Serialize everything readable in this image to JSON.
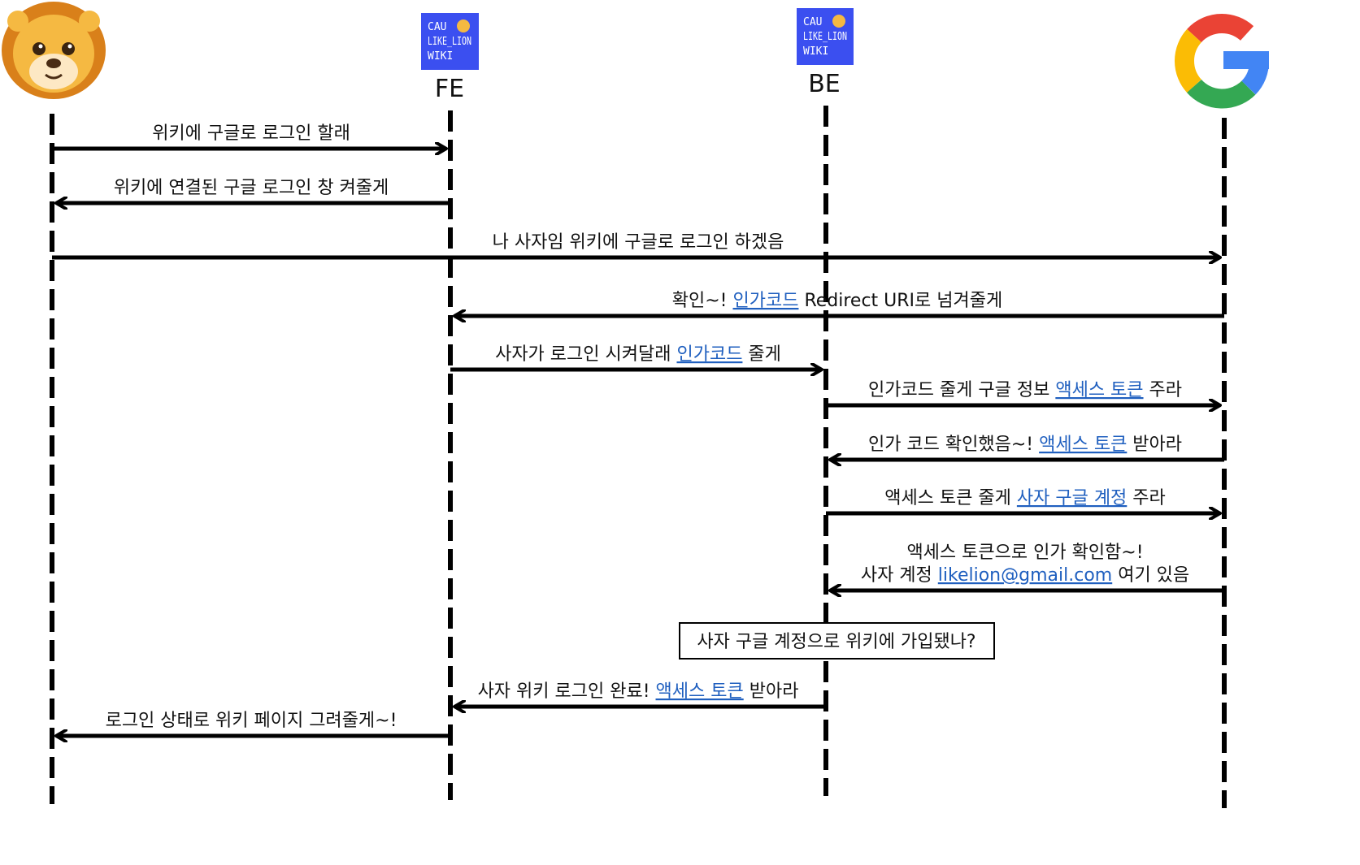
{
  "participants": [
    {
      "id": "user",
      "label": "",
      "icon": "lion-emoji-icon"
    },
    {
      "id": "fe",
      "label": "FE",
      "icon": "cau-likelion-wiki-logo",
      "logo_lines": [
        "CAU",
        "LIKE_LION",
        "WIKI"
      ]
    },
    {
      "id": "be",
      "label": "BE",
      "icon": "cau-likelion-wiki-logo",
      "logo_lines": [
        "CAU",
        "LIKE_LION",
        "WIKI"
      ]
    },
    {
      "id": "google",
      "label": "",
      "icon": "google-g-icon"
    }
  ],
  "messages": [
    {
      "from": "user",
      "to": "fe",
      "lines": [
        [
          {
            "t": "위키에 구글로 로그인 할래"
          }
        ]
      ]
    },
    {
      "from": "fe",
      "to": "user",
      "lines": [
        [
          {
            "t": "위키에 연결된 구글 로그인 창 켜줄게"
          }
        ]
      ]
    },
    {
      "from": "user",
      "to": "google",
      "lines": [
        [
          {
            "t": "나 사자임 위키에 구글로 로그인 하겠음"
          }
        ]
      ]
    },
    {
      "from": "google",
      "to": "fe",
      "lines": [
        [
          {
            "t": "확인~! "
          },
          {
            "t": "인가코드",
            "link": true
          },
          {
            "t": " Redirect URI로 넘겨줄게"
          }
        ]
      ]
    },
    {
      "from": "fe",
      "to": "be",
      "lines": [
        [
          {
            "t": "사자가 로그인 시켜달래 "
          },
          {
            "t": "인가코드",
            "link": true
          },
          {
            "t": " 줄게"
          }
        ]
      ]
    },
    {
      "from": "be",
      "to": "google",
      "lines": [
        [
          {
            "t": "인가코드 줄게 구글 정보 "
          },
          {
            "t": "액세스 토큰",
            "link": true
          },
          {
            "t": " 주라"
          }
        ]
      ]
    },
    {
      "from": "google",
      "to": "be",
      "lines": [
        [
          {
            "t": "인가 코드 확인했음~! "
          },
          {
            "t": "액세스 토큰",
            "link": true
          },
          {
            "t": " 받아라"
          }
        ]
      ]
    },
    {
      "from": "be",
      "to": "google",
      "lines": [
        [
          {
            "t": "액세스 토큰 줄게 "
          },
          {
            "t": "사자 구글 계정",
            "link": true
          },
          {
            "t": " 주라"
          }
        ]
      ]
    },
    {
      "from": "google",
      "to": "be",
      "lines": [
        [
          {
            "t": "액세스 토큰으로 인가 확인함~!"
          }
        ],
        [
          {
            "t": "사자 계정 "
          },
          {
            "t": "likelion@gmail.com",
            "link": true
          },
          {
            "t": "  여기 있음"
          }
        ]
      ]
    },
    {
      "from": "be",
      "to": "fe",
      "lines": [
        [
          {
            "t": "사자 위키 로그인 완료! "
          },
          {
            "t": "액세스 토큰",
            "link": true
          },
          {
            "t": " 받아라"
          }
        ]
      ]
    },
    {
      "from": "fe",
      "to": "user",
      "lines": [
        [
          {
            "t": "로그인 상태로 위키 페이지 그려줄게~!"
          }
        ]
      ]
    }
  ],
  "note": {
    "text": "사자 구글 계정으로 위키에 가입됐나?"
  },
  "colors": {
    "line": "#000000",
    "link": "#1f5fbf",
    "logo_bg": "#3b4ff0",
    "lion": "#f0a01e",
    "google_red": "#ea4335",
    "google_yellow": "#fbbc05",
    "google_green": "#34a853",
    "google_blue": "#4285f4"
  }
}
